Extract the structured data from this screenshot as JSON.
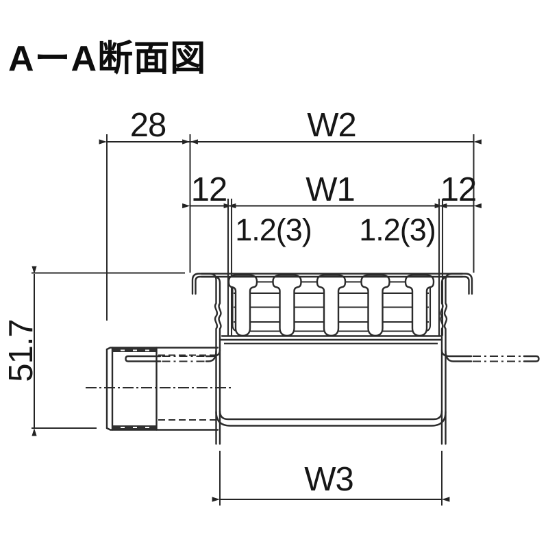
{
  "title": "AーA断面図",
  "labels": {
    "offset_left": "28",
    "overall_width": "W2",
    "edge_left": "12",
    "inner_width": "W1",
    "edge_right": "12",
    "thickness_left": "1.2(3)",
    "thickness_right": "1.2(3)",
    "height": "51.7",
    "bottom_width": "W3"
  },
  "colors": {
    "line": "#2b2b2b",
    "text": "#161616",
    "background": "#ffffff"
  }
}
